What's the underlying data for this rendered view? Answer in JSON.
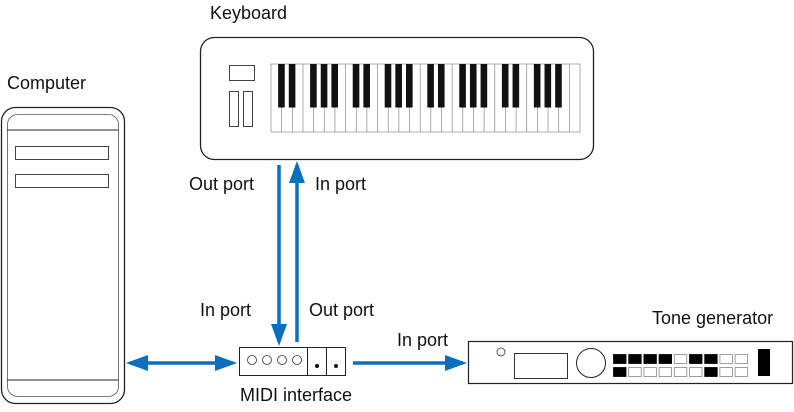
{
  "labels": {
    "keyboard": "Keyboard",
    "computer": "Computer",
    "keyboard_out_port": "Out port",
    "keyboard_in_port": "In port",
    "interface_in_port": "In port",
    "interface_out_port": "Out port",
    "tone_in_port": "In port",
    "tone_generator": "Tone generator",
    "midi_interface": "MIDI interface"
  },
  "colors": {
    "arrow": "#0a6fbd",
    "outline": "#222222"
  },
  "keyboard": {
    "white_keys": 29,
    "black_key_pattern": [
      2,
      3
    ]
  },
  "tone_generator": {
    "button_rows": [
      [
        1,
        1,
        1,
        1,
        0,
        1,
        1,
        0,
        0
      ],
      [
        1,
        0,
        0,
        0,
        0,
        0,
        1,
        0,
        0
      ]
    ]
  }
}
